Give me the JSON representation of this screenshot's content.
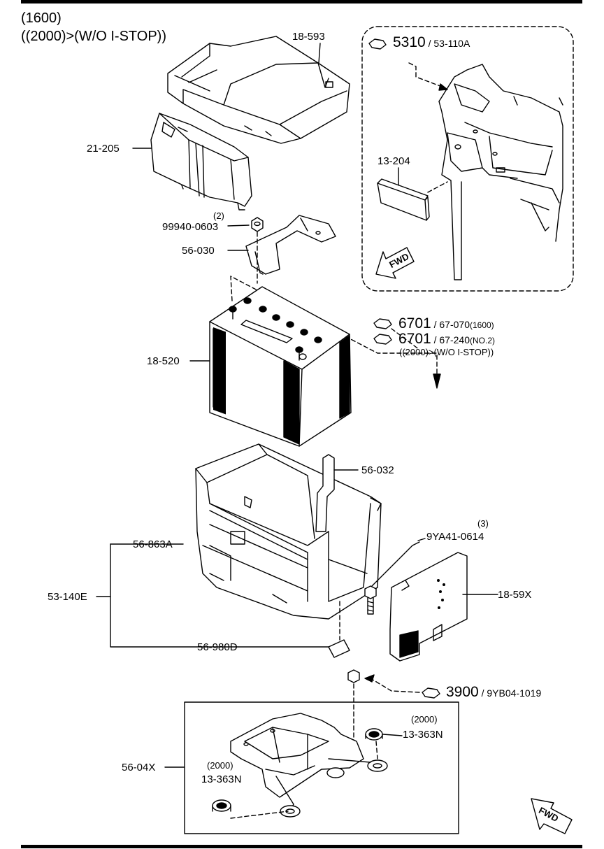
{
  "header": {
    "line1": "(1600)",
    "line2": "((2000)>(W/O I-STOP))"
  },
  "parts": {
    "cover": "18-593",
    "insulator": "21-205",
    "nut_qty": "(2)",
    "nut": "99940-0603",
    "clamp": "56-030",
    "battery": "18-520",
    "bracket": "56-032",
    "bolt_qty": "(3)",
    "bolt": "9YA41-0614",
    "tray": "56-863A",
    "tray_assy": "53-140E",
    "side_cover": "18-59X",
    "pad": "56-980D",
    "base": "56-04X",
    "grommet_right_note": "(2000)",
    "grommet_right": "13-363N",
    "grommet_left_note": "(2000)",
    "grommet_left": "13-363N",
    "panel": "13-204"
  },
  "references": {
    "top": {
      "code": "5310",
      "sub": "53-110A"
    },
    "cable1": {
      "code": "6701",
      "sub": "67-070",
      "note": "(1600)"
    },
    "cable2": {
      "code": "6701",
      "sub": "67-240",
      "note": "(NO.2)"
    },
    "cable2_cond": "((2000)>(W/O I-STOP))",
    "nut_ref": {
      "code": "3900",
      "sub": "9YB04-1019"
    }
  },
  "fwd": {
    "inset": "FWD",
    "bottom": "FWD"
  }
}
